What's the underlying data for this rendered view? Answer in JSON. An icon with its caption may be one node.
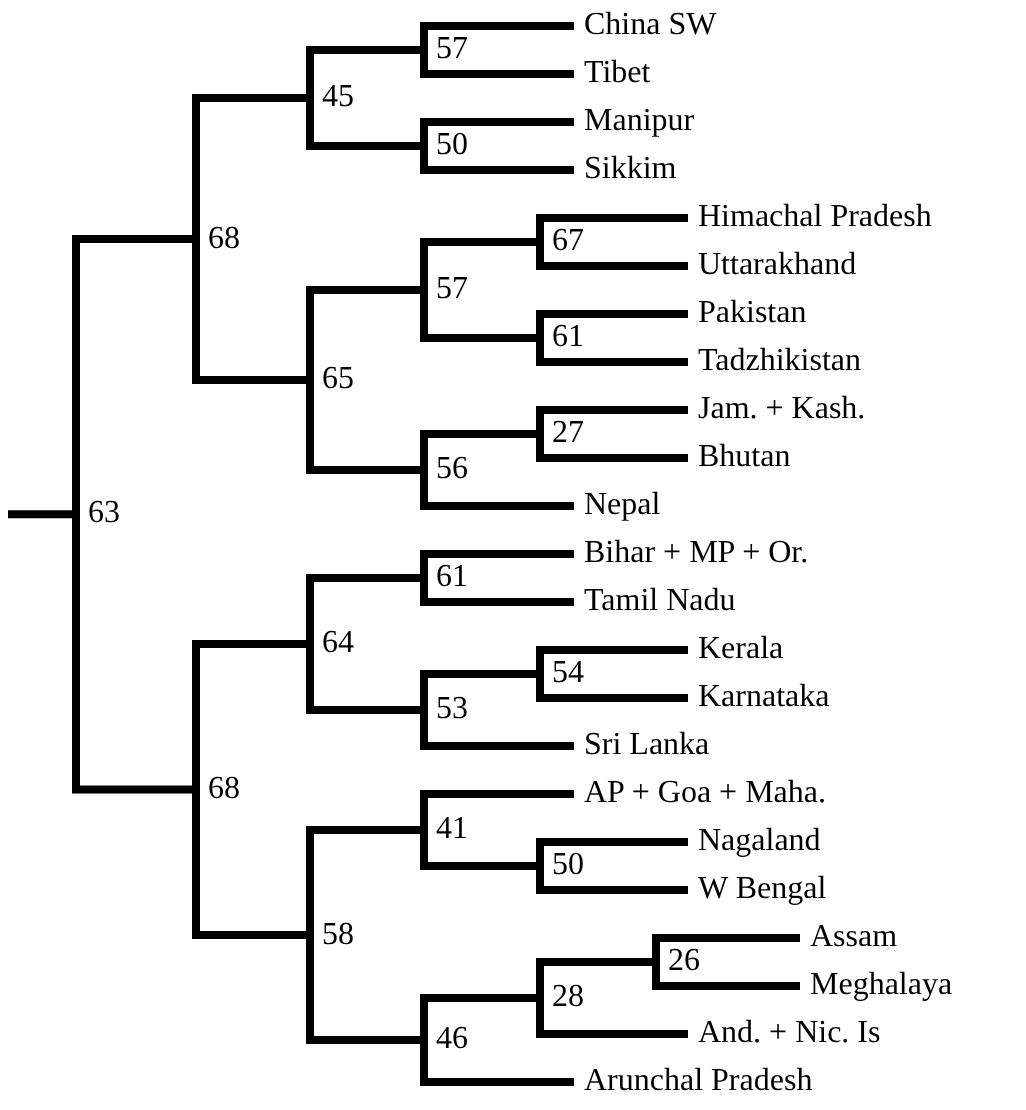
{
  "diagram": {
    "nodes": [
      {
        "text": [
          "63"
        ]
      },
      {
        "text": [
          "68"
        ]
      },
      {
        "text": [
          "45"
        ]
      },
      {
        "text": [
          "57"
        ]
      },
      {
        "text": [
          "China SW"
        ]
      },
      {
        "text": [
          "Tibet"
        ]
      },
      {
        "text": [
          "50"
        ]
      },
      {
        "text": [
          "Manipur"
        ]
      },
      {
        "text": [
          "Sikkim"
        ]
      },
      {
        "text": [
          "65"
        ]
      },
      {
        "text": [
          "57"
        ]
      },
      {
        "text": [
          "67"
        ]
      },
      {
        "text": [
          "Himachal Pradesh"
        ]
      },
      {
        "text": [
          "Uttarakhand"
        ]
      },
      {
        "text": [
          "61"
        ]
      },
      {
        "text": [
          "Pakistan"
        ]
      },
      {
        "text": [
          "Tadzhikistan"
        ]
      },
      {
        "text": [
          "56"
        ]
      },
      {
        "text": [
          "27"
        ]
      },
      {
        "text": [
          "Jam. + Kash."
        ]
      },
      {
        "text": [
          "Bhutan"
        ]
      },
      {
        "text": [
          "Nepal"
        ]
      },
      {
        "text": [
          "68"
        ]
      },
      {
        "text": [
          "64"
        ]
      },
      {
        "text": [
          "61"
        ]
      },
      {
        "text": [
          "Bihar + MP + Or."
        ]
      },
      {
        "text": [
          "Tamil Nadu"
        ]
      },
      {
        "text": [
          "53"
        ]
      },
      {
        "text": [
          "54"
        ]
      },
      {
        "text": [
          "Kerala"
        ]
      },
      {
        "text": [
          "Karnataka"
        ]
      },
      {
        "text": [
          "Sri Lanka"
        ]
      },
      {
        "text": [
          "58"
        ]
      },
      {
        "text": [
          "41"
        ]
      },
      {
        "text": [
          "AP + Goa + Maha."
        ]
      },
      {
        "text": [
          "50"
        ]
      },
      {
        "text": [
          "Nagaland"
        ]
      },
      {
        "text": [
          "W Bengal"
        ]
      },
      {
        "text": [
          "46"
        ]
      },
      {
        "text": [
          "28"
        ]
      },
      {
        "text": [
          "26"
        ]
      },
      {
        "text": [
          "Assam"
        ]
      },
      {
        "text": [
          "Meghalaya"
        ]
      },
      {
        "text": [
          "And. + Nic. Is"
        ]
      },
      {
        "text": [
          "Arunchal Pradesh"
        ]
      }
    ],
    "edges": [
      {
        "from": null,
        "to": 0,
        "arrow": "none"
      },
      {
        "from": 0,
        "to": 1,
        "arrow": "none"
      },
      {
        "from": 0,
        "to": 22,
        "arrow": "none"
      },
      {
        "from": 1,
        "to": 2,
        "arrow": "none"
      },
      {
        "from": 1,
        "to": 9,
        "arrow": "none"
      },
      {
        "from": 2,
        "to": 3,
        "arrow": "none"
      },
      {
        "from": 2,
        "to": 6,
        "arrow": "none"
      },
      {
        "from": 3,
        "to": 4,
        "arrow": "none"
      },
      {
        "from": 3,
        "to": 5,
        "arrow": "none"
      },
      {
        "from": 6,
        "to": 7,
        "arrow": "none"
      },
      {
        "from": 6,
        "to": 8,
        "arrow": "none"
      },
      {
        "from": 9,
        "to": 10,
        "arrow": "none"
      },
      {
        "from": 9,
        "to": 17,
        "arrow": "none"
      },
      {
        "from": 10,
        "to": 11,
        "arrow": "none"
      },
      {
        "from": 10,
        "to": 14,
        "arrow": "none"
      },
      {
        "from": 11,
        "to": 12,
        "arrow": "none"
      },
      {
        "from": 11,
        "to": 13,
        "arrow": "none"
      },
      {
        "from": 14,
        "to": 15,
        "arrow": "none"
      },
      {
        "from": 14,
        "to": 16,
        "arrow": "none"
      },
      {
        "from": 17,
        "to": 18,
        "arrow": "none"
      },
      {
        "from": 17,
        "to": 21,
        "arrow": "none"
      },
      {
        "from": 18,
        "to": 19,
        "arrow": "none"
      },
      {
        "from": 18,
        "to": 20,
        "arrow": "none"
      },
      {
        "from": 22,
        "to": 23,
        "arrow": "none"
      },
      {
        "from": 22,
        "to": 32,
        "arrow": "none"
      },
      {
        "from": 23,
        "to": 24,
        "arrow": "none"
      },
      {
        "from": 23,
        "to": 27,
        "arrow": "none"
      },
      {
        "from": 24,
        "to": 25,
        "arrow": "none"
      },
      {
        "from": 24,
        "to": 26,
        "arrow": "none"
      },
      {
        "from": 27,
        "to": 28,
        "arrow": "none"
      },
      {
        "from": 27,
        "to": 31,
        "arrow": "none"
      },
      {
        "from": 28,
        "to": 29,
        "arrow": "none"
      },
      {
        "from": 28,
        "to": 30,
        "arrow": "none"
      },
      {
        "from": 32,
        "to": 33,
        "arrow": "none"
      },
      {
        "from": 32,
        "to": 38,
        "arrow": "none"
      },
      {
        "from": 33,
        "to": 34,
        "arrow": "none"
      },
      {
        "from": 33,
        "to": 35,
        "arrow": "none"
      },
      {
        "from": 35,
        "to": 36,
        "arrow": "none"
      },
      {
        "from": 35,
        "to": 37,
        "arrow": "none"
      },
      {
        "from": 38,
        "to": 39,
        "arrow": "none"
      },
      {
        "from": 38,
        "to": 44,
        "arrow": "none"
      },
      {
        "from": 39,
        "to": 40,
        "arrow": "none"
      },
      {
        "from": 39,
        "to": 43,
        "arrow": "none"
      },
      {
        "from": 40,
        "to": 41,
        "arrow": "none"
      },
      {
        "from": 40,
        "to": 42,
        "arrow": "none"
      }
    ]
  }
}
